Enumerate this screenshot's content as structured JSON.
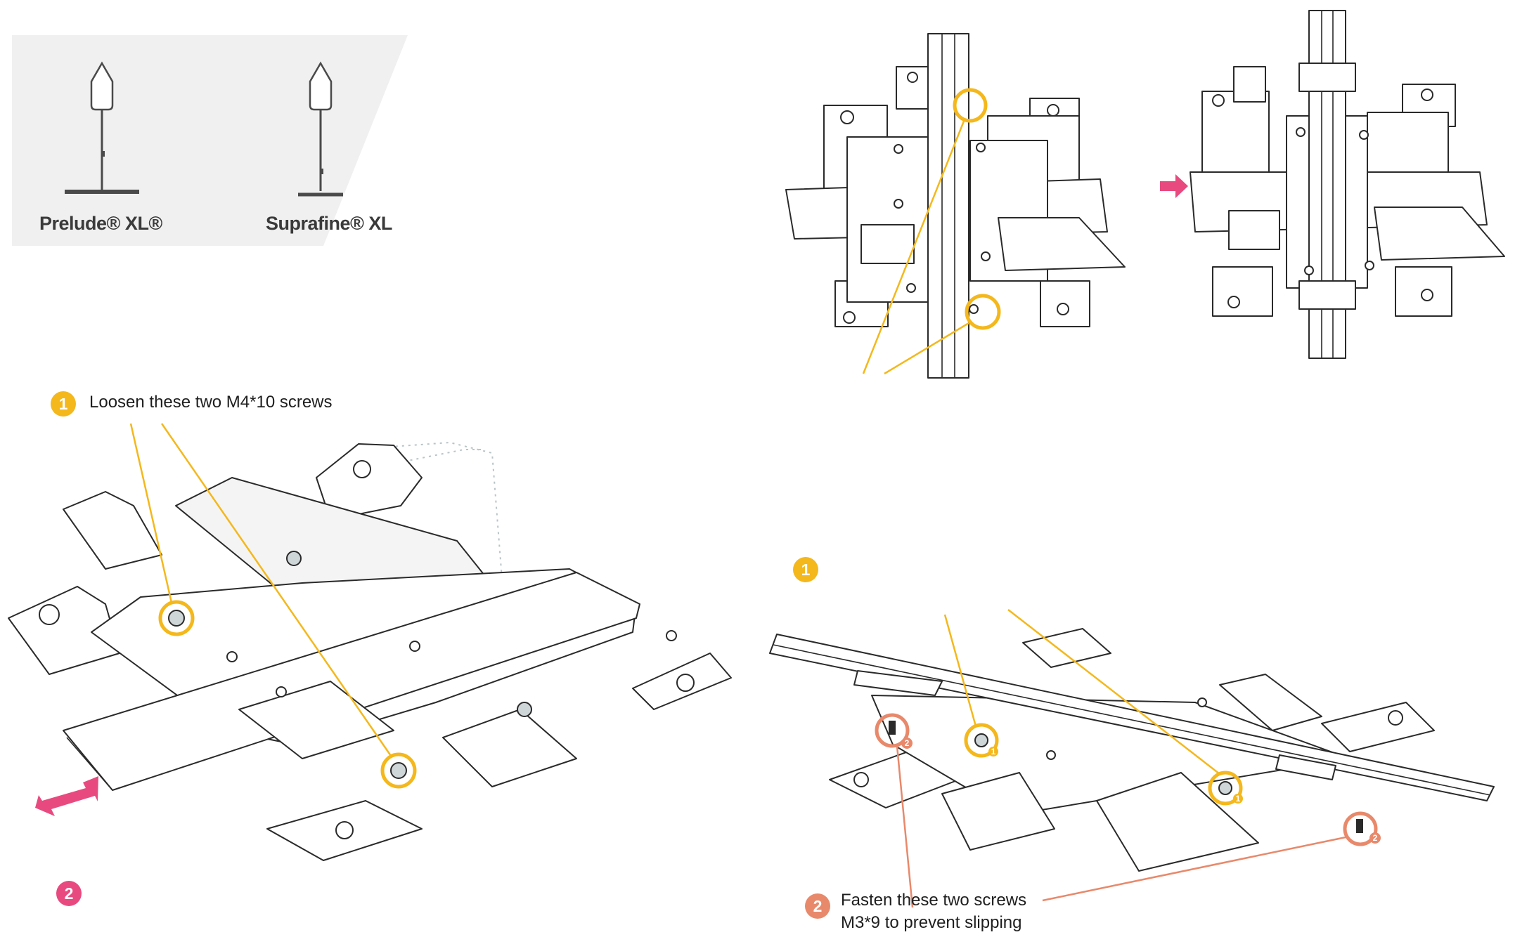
{
  "profiles": [
    {
      "label": "Prelude® XL®"
    },
    {
      "label": "Suprafine® XL"
    }
  ],
  "steps": {
    "top_left_number": "1",
    "loosen_caption": "Loosen these two M4*10 screws",
    "bottom_left_number": "2",
    "right_number": "1",
    "fasten_number": "2",
    "fasten_caption_line1": "Fasten these two screws",
    "fasten_caption_line2": "M3*9 to prevent slipping",
    "callout_1": "1",
    "callout_2": "2"
  },
  "colors": {
    "step1_yellow": "#f4b81c",
    "step2_pink": "#e84a7f",
    "step2_orange": "#e8896b",
    "arrow_pink": "#e84a7f",
    "panel_grey": "#f0f0f0"
  },
  "icons": [
    "push-arrow-icon",
    "pull-arrow-icon",
    "screw-icon"
  ]
}
